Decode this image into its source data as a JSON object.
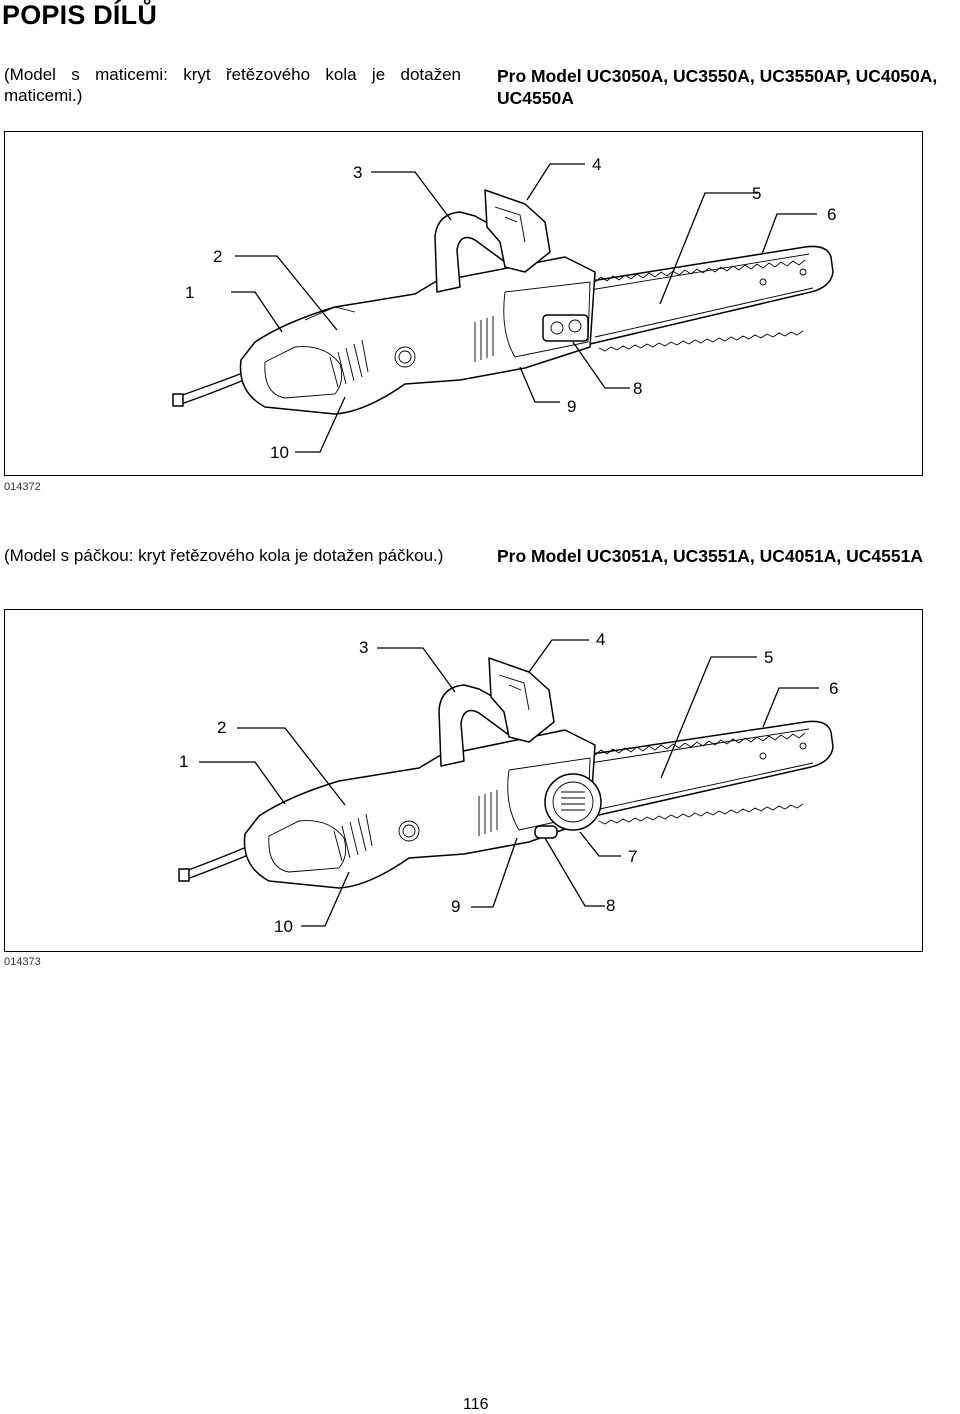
{
  "page_title": "POPIS DÍLŮ",
  "section1": {
    "note": "(Model s maticemi: kryt řetězového kola je dotažen maticemi.)",
    "models": "Pro Model UC3050A, UC3550A, UC3550AP, UC4050A, UC4550A",
    "figure_id": "014372",
    "callouts": [
      "1",
      "2",
      "3",
      "4",
      "5",
      "6",
      "8",
      "9",
      "10"
    ]
  },
  "section2": {
    "note": "(Model s páčkou: kryt řetězového kola je dotažen páčkou.)",
    "models": "Pro Model UC3051A, UC3551A, UC4051A, UC4551A",
    "figure_id": "014373",
    "callouts": [
      "1",
      "2",
      "3",
      "4",
      "5",
      "6",
      "7",
      "8",
      "9",
      "10"
    ]
  },
  "page_number": "116"
}
